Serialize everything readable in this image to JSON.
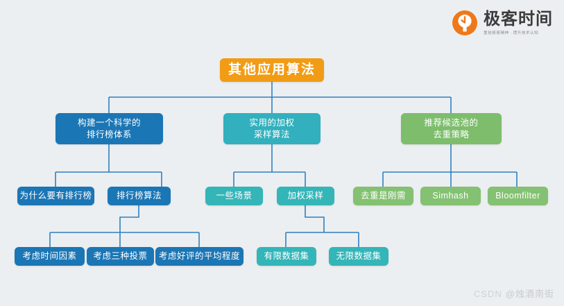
{
  "page": {
    "background": "#eceff1",
    "edge_color": "#2f7fbf"
  },
  "logo": {
    "name": "geektime-logo",
    "title": "极客时间",
    "tagline": "重拾极客精神 · 提升技术认知",
    "mark_color": "#f07818",
    "icon": "geektime-mark-icon"
  },
  "watermark": {
    "brand": "CSDN",
    "user": "@烛酒南街"
  },
  "mindmap": {
    "root": {
      "label": "其他应用算法",
      "color": "#f29b14"
    },
    "branches": [
      {
        "id": "ranking",
        "label": "构建一个科学的\n排行榜体系",
        "color": "#1b76b5",
        "children": [
          {
            "id": "why-ranking",
            "label": "为什么要有排行榜",
            "color": "#1b76b5",
            "children": []
          },
          {
            "id": "ranking-algo",
            "label": "排行榜算法",
            "color": "#1b76b5",
            "children": [
              {
                "id": "time-factor",
                "label": "考虑时间因素",
                "color": "#1b76b5"
              },
              {
                "id": "three-votes",
                "label": "考虑三种投票",
                "color": "#1b76b5"
              },
              {
                "id": "avg-praise",
                "label": "考虑好评的平均程度",
                "color": "#1b76b5"
              }
            ]
          }
        ]
      },
      {
        "id": "weighted-sampling",
        "label": "实用的加权\n采样算法",
        "color": "#32b0bd",
        "children": [
          {
            "id": "scenarios",
            "label": "一些场景",
            "color": "#34b5b8",
            "children": []
          },
          {
            "id": "weighted-sample",
            "label": "加权采样",
            "color": "#34b5b8",
            "children": [
              {
                "id": "finite-set",
                "label": "有限数据集",
                "color": "#34b5b8"
              },
              {
                "id": "infinite-set",
                "label": "无限数据集",
                "color": "#34b5b8"
              }
            ]
          }
        ]
      },
      {
        "id": "dedup",
        "label": "推荐候选池的\n去重策略",
        "color": "#7dbd6c",
        "children": [
          {
            "id": "dedup-need",
            "label": "去重是刚需",
            "color": "#84c172",
            "children": []
          },
          {
            "id": "simhash",
            "label": "Simhash",
            "color": "#84c172",
            "children": []
          },
          {
            "id": "bloomfilter",
            "label": "Bloomfilter",
            "color": "#84c172",
            "children": []
          }
        ]
      }
    ]
  }
}
